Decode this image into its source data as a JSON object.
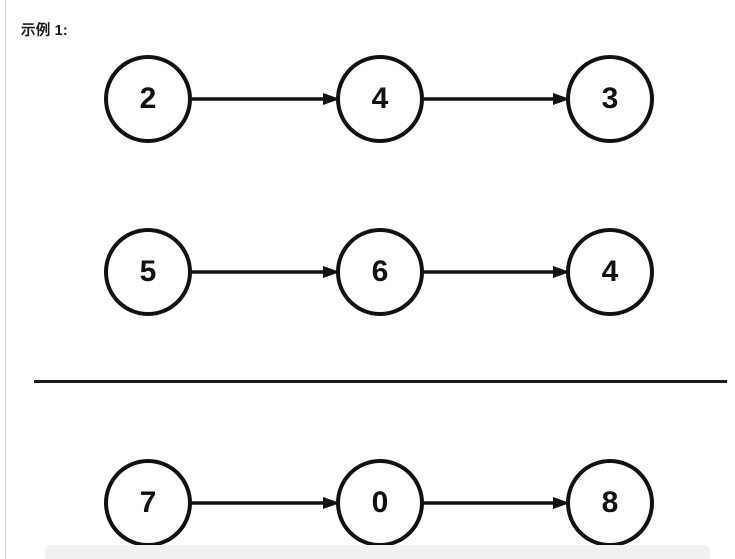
{
  "page": {
    "title": "示例 1:",
    "colors": {
      "node_stroke": "#111111",
      "node_fill": "#ffffff",
      "arrow": "#111111",
      "divider": "#1b1b1b",
      "panel": "#f0f1f3",
      "text": "#1a1a1a"
    }
  },
  "diagram": {
    "type": "linked-list",
    "rows": [
      {
        "name": "list-1",
        "nodes": [
          {
            "value": "2"
          },
          {
            "value": "4"
          },
          {
            "value": "3"
          }
        ],
        "arrows": [
          "arrow-right",
          "arrow-right"
        ]
      },
      {
        "name": "list-2",
        "nodes": [
          {
            "value": "5"
          },
          {
            "value": "6"
          },
          {
            "value": "4"
          }
        ],
        "arrows": [
          "arrow-right",
          "arrow-right"
        ]
      },
      {
        "name": "list-result",
        "nodes": [
          {
            "value": "7"
          },
          {
            "value": "0"
          },
          {
            "value": "8"
          }
        ],
        "arrows": [
          "arrow-right",
          "arrow-right"
        ]
      }
    ]
  }
}
